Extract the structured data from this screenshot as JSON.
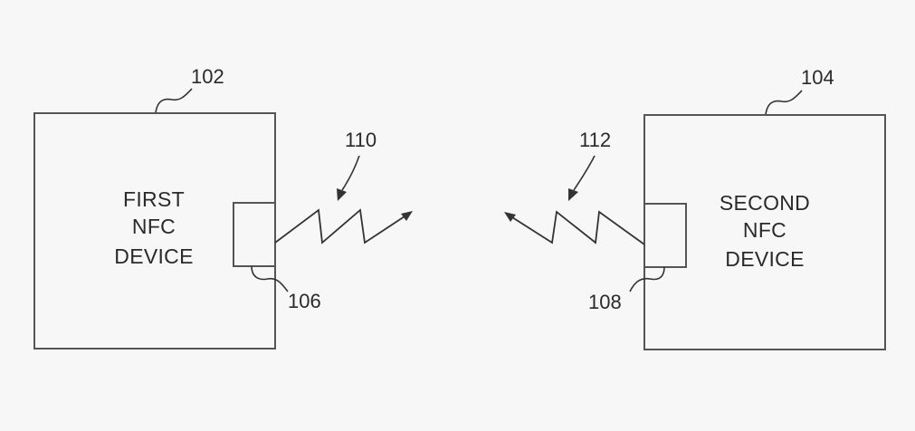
{
  "devices": {
    "first": {
      "ref": "102",
      "label_lines": [
        "FIRST",
        "NFC",
        "DEVICE"
      ],
      "antenna_ref": "106"
    },
    "second": {
      "ref": "104",
      "label_lines": [
        "SECOND",
        "NFC",
        "DEVICE"
      ],
      "antenna_ref": "108"
    }
  },
  "signals": {
    "first": {
      "ref": "110"
    },
    "second": {
      "ref": "112"
    }
  }
}
